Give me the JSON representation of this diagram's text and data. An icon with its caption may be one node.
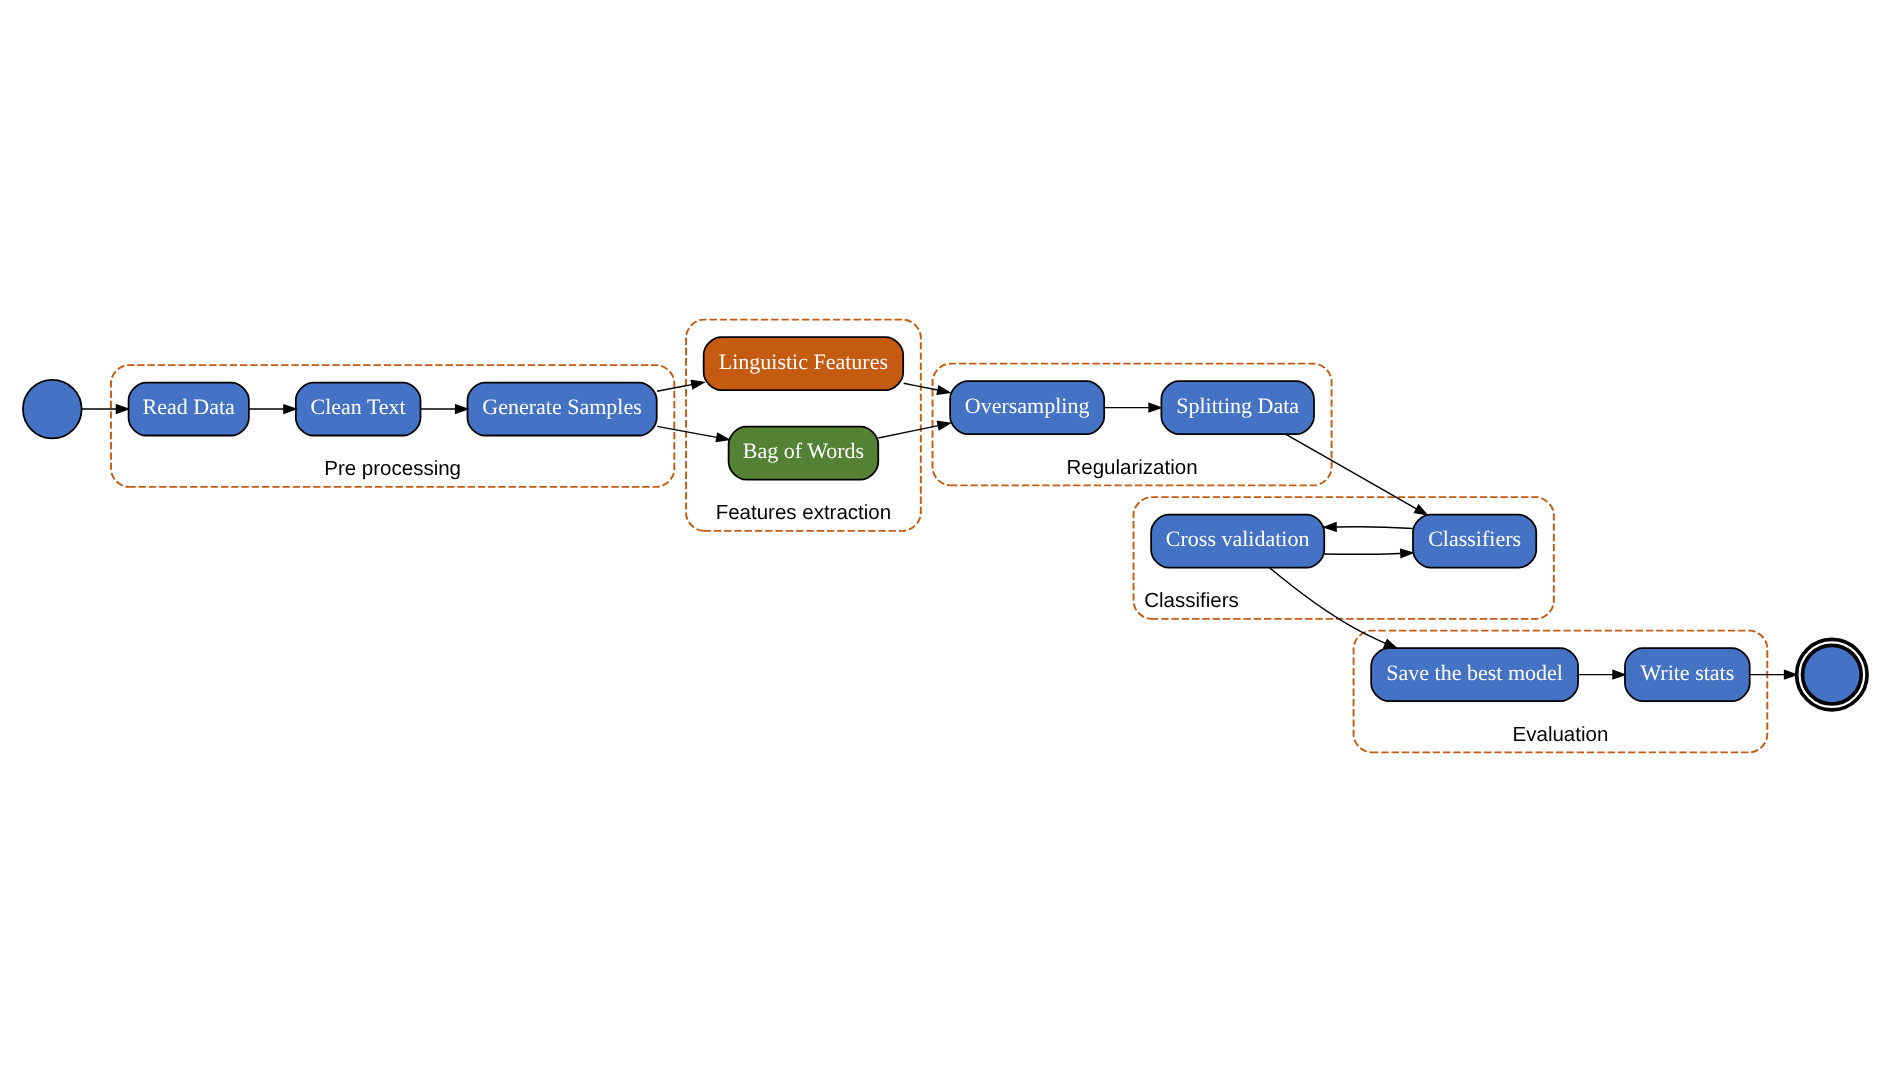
{
  "diagram": {
    "nodes": [
      {
        "text": [],
        "shape": "circle"
      },
      {
        "text": [
          "Pre processing"
        ]
      },
      {
        "text": [
          "Read Data"
        ],
        "in": 1
      },
      {
        "text": [
          "Clean Text"
        ],
        "in": 1
      },
      {
        "text": [
          "Generate Samples"
        ],
        "in": 1
      },
      {
        "text": [
          "Features extraction"
        ]
      },
      {
        "text": [
          "Linguistic Features"
        ],
        "in": 5
      },
      {
        "text": [
          "Bag of Words"
        ],
        "in": 5
      },
      {
        "text": [
          "Classifiers"
        ]
      },
      {
        "text": [
          "Cross validation"
        ],
        "in": 8
      },
      {
        "text": [
          "Classifiers"
        ],
        "in": 8
      },
      {
        "text": [
          "Regularization"
        ]
      },
      {
        "text": [
          "Splitting Data"
        ],
        "in": 11
      },
      {
        "text": [
          "Oversampling"
        ],
        "in": 11
      },
      {
        "text": [
          "Evaluation"
        ]
      },
      {
        "text": [
          "Save the best model"
        ],
        "in": 14
      },
      {
        "text": [
          "Write stats"
        ],
        "in": 14
      },
      {
        "text": [],
        "shape": "circle"
      }
    ],
    "edges": [
      {
        "from": 0,
        "to": 2,
        "arrow": "to"
      },
      {
        "from": 2,
        "to": 3,
        "arrow": "to"
      },
      {
        "from": 3,
        "to": 4,
        "arrow": "to"
      },
      {
        "from": 4,
        "to": 6,
        "arrow": "to"
      },
      {
        "from": 4,
        "to": 7,
        "arrow": "to"
      },
      {
        "from": 6,
        "to": 13,
        "arrow": "to"
      },
      {
        "from": 7,
        "to": 13,
        "arrow": "to"
      },
      {
        "from": 13,
        "to": 12,
        "arrow": "to"
      },
      {
        "from": 12,
        "to": 10,
        "arrow": "to"
      },
      {
        "from": 10,
        "to": 9,
        "arrow": "to"
      },
      {
        "from": 9,
        "to": 10,
        "arrow": "to"
      },
      {
        "from": 9,
        "to": 15,
        "arrow": "to"
      },
      {
        "from": 15,
        "to": 16,
        "arrow": "to"
      },
      {
        "from": 16,
        "to": 17,
        "arrow": "to"
      }
    ]
  }
}
